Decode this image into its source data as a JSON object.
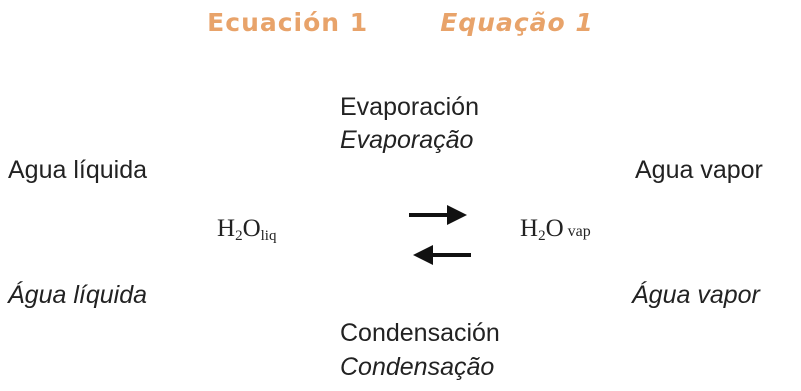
{
  "title": {
    "spanish": "Ecuación 1",
    "portuguese": "Equação 1",
    "color": "#e8a36a"
  },
  "evaporation": {
    "es": "Evaporación",
    "pt": "Evaporação"
  },
  "condensation": {
    "es": "Condensación",
    "pt": "Condensação"
  },
  "liquid": {
    "es": "Agua líquida",
    "pt": "Água líquida",
    "formula": {
      "base": "H",
      "sub": "2",
      "base2": "O",
      "state": "liq"
    }
  },
  "vapor": {
    "es": "Agua vapor",
    "pt": "Água vapor",
    "formula": {
      "base": "H",
      "sub": "2",
      "base2": "O",
      "state": "vap"
    }
  },
  "arrows": {
    "forward": "right-arrow-icon",
    "reverse": "left-arrow-icon"
  }
}
